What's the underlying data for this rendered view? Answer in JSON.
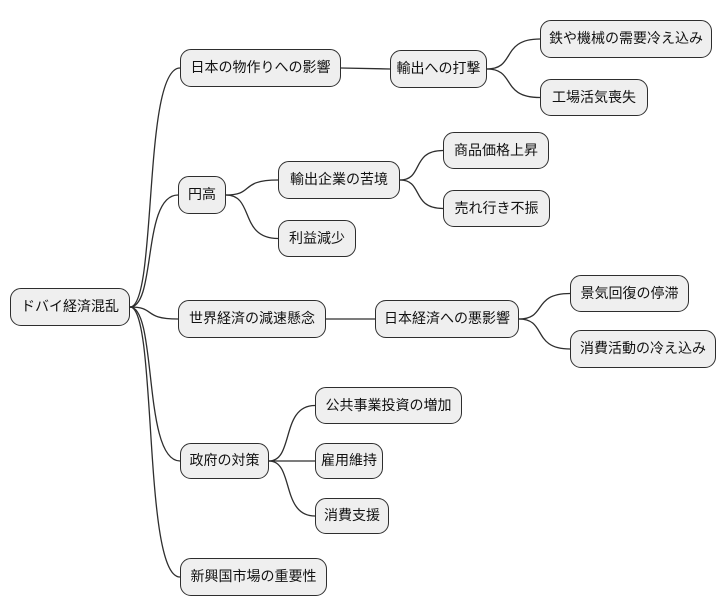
{
  "mindmap": {
    "root": {
      "label": "ドバイ経済混乱"
    },
    "branches": [
      {
        "label": "日本の物作りへの影響",
        "children": [
          {
            "label": "輸出への打撃",
            "children": [
              {
                "label": "鉄や機械の需要冷え込み"
              },
              {
                "label": "工場活気喪失"
              }
            ]
          }
        ]
      },
      {
        "label": "円高",
        "children": [
          {
            "label": "輸出企業の苦境",
            "children": [
              {
                "label": "商品価格上昇"
              },
              {
                "label": "売れ行き不振"
              }
            ]
          },
          {
            "label": "利益減少"
          }
        ]
      },
      {
        "label": "世界経済の減速懸念",
        "children": [
          {
            "label": "日本経済への悪影響",
            "children": [
              {
                "label": "景気回復の停滞"
              },
              {
                "label": "消費活動の冷え込み"
              }
            ]
          }
        ]
      },
      {
        "label": "政府の対策",
        "children": [
          {
            "label": "公共事業投資の増加"
          },
          {
            "label": "雇用維持"
          },
          {
            "label": "消費支援"
          }
        ]
      },
      {
        "label": "新興国市場の重要性",
        "children": []
      }
    ]
  },
  "colors": {
    "background": "#ffffff",
    "node_fill": "#efefef",
    "node_border": "#2e2e2e",
    "connector": "#2e2e2e",
    "text": "#111111"
  }
}
